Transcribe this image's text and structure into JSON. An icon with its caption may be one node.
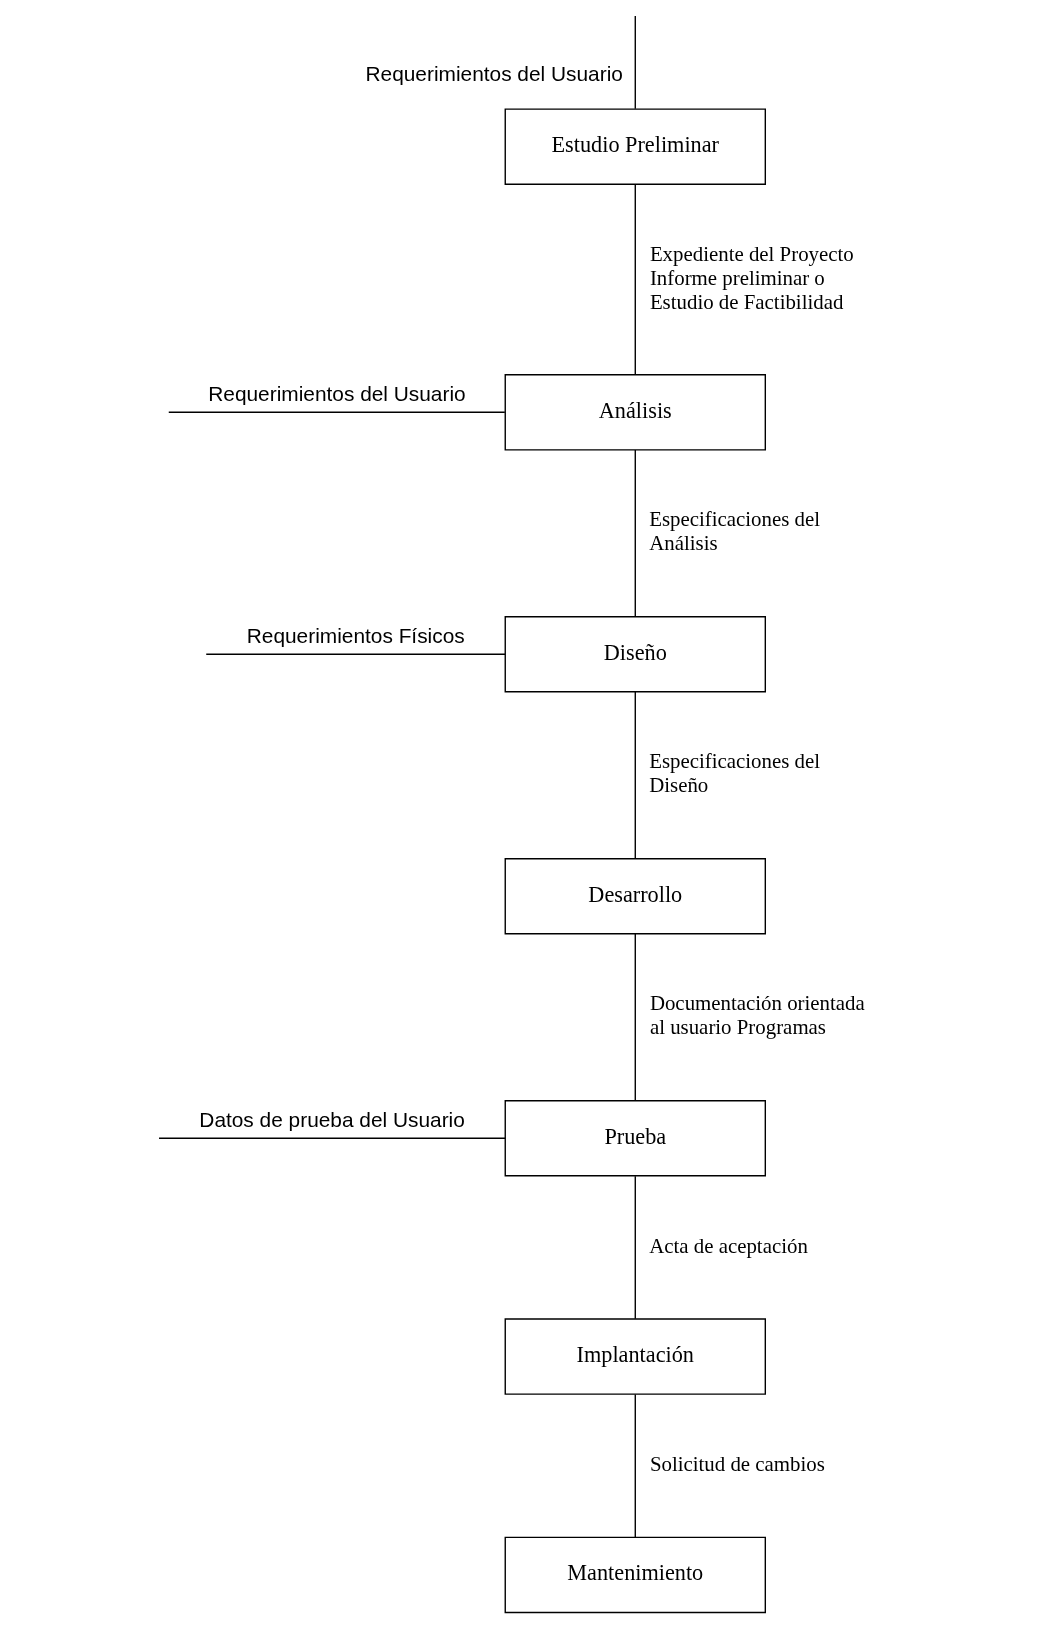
{
  "diagram": {
    "nodes": [
      {
        "text": [
          "Estudio Preliminar"
        ]
      },
      {
        "text": [
          "Análisis"
        ]
      },
      {
        "text": [
          "Diseño"
        ]
      },
      {
        "text": [
          "Desarrollo"
        ]
      },
      {
        "text": [
          "Prueba"
        ]
      },
      {
        "text": [
          "Implantación"
        ]
      },
      {
        "text": [
          "Mantenimiento"
        ]
      }
    ],
    "edges": [
      {
        "from": null,
        "to": 0,
        "arrow": "none",
        "label": "Requerimientos del Usuario"
      },
      {
        "from": 0,
        "to": 1,
        "arrow": "none",
        "label": "Expediente del Proyecto Informe preliminar o Estudio de Factibilidad"
      },
      {
        "from": null,
        "to": 1,
        "arrow": "none",
        "label": "Requerimientos del Usuario"
      },
      {
        "from": 1,
        "to": 2,
        "arrow": "none",
        "label": "Especificaciones del Análisis"
      },
      {
        "from": null,
        "to": 2,
        "arrow": "none",
        "label": "Requerimientos Físicos"
      },
      {
        "from": 2,
        "to": 3,
        "arrow": "none",
        "label": "Especificaciones del Diseño"
      },
      {
        "from": 3,
        "to": 4,
        "arrow": "none",
        "label": "Documentación orientada al usuario Programas"
      },
      {
        "from": null,
        "to": 4,
        "arrow": "none",
        "label": "Datos de prueba del Usuario"
      },
      {
        "from": 4,
        "to": 5,
        "arrow": "none",
        "label": "Acta de aceptación"
      },
      {
        "from": 5,
        "to": 6,
        "arrow": "none",
        "label": "Solicitud de cambios"
      }
    ]
  }
}
